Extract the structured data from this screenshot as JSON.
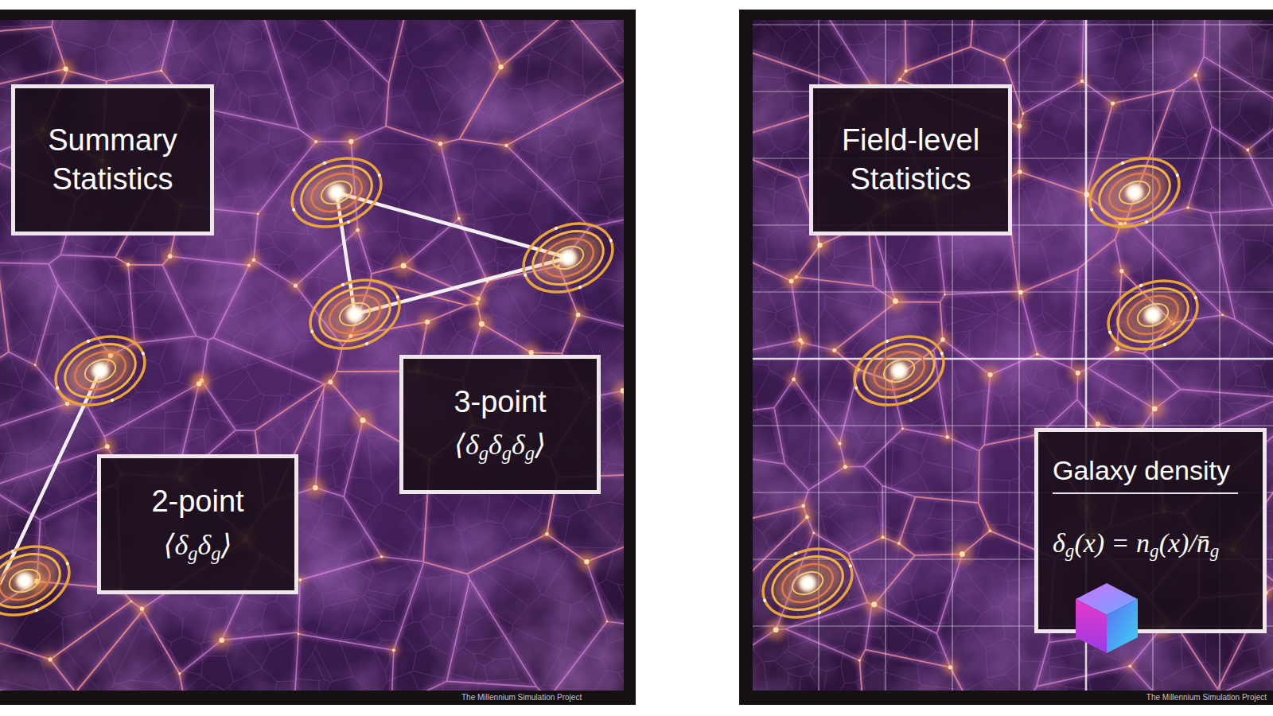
{
  "diagram": {
    "nodes": [
      {
        "text": [
          "Summary Statistics"
        ]
      },
      {
        "text": [
          "3-point",
          "⟨δgδgδg⟩"
        ]
      },
      {
        "text": [
          "2-point",
          "⟨δgδg⟩"
        ]
      },
      {
        "text": [
          "Field-level Statistics"
        ]
      },
      {
        "text": [
          "Galaxy density",
          "δg(x) = ng(x)/n̄g"
        ]
      }
    ],
    "labels": [
      "The Millennium Simulation Project",
      "The Millennium Simulation Project"
    ]
  }
}
